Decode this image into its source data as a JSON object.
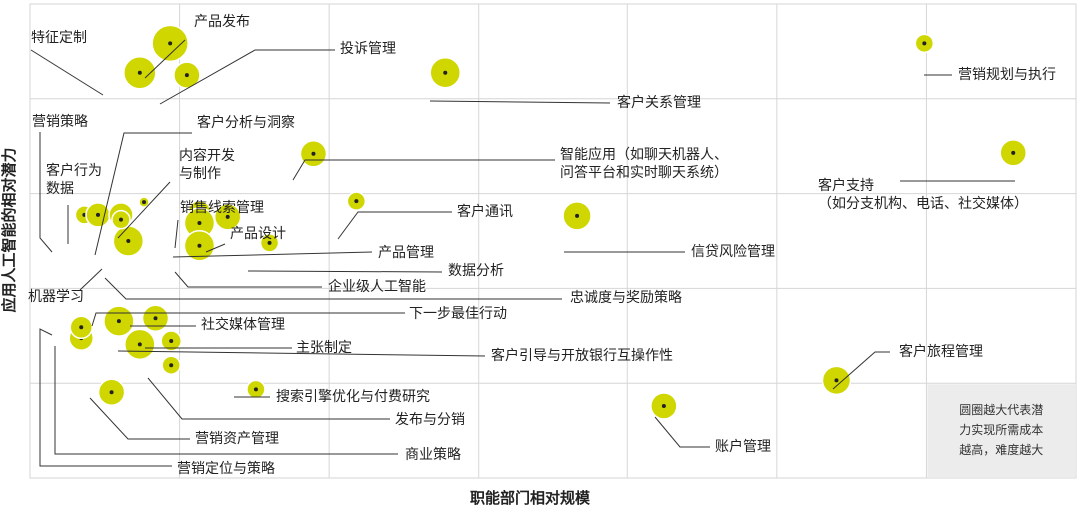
{
  "chart_data": {
    "type": "scatter",
    "xlabel": "职能部门相对规模",
    "ylabel": "应用人工智能的相对潜力",
    "xlim": [
      0,
      1
    ],
    "ylim": [
      0,
      1
    ],
    "grid": true,
    "note": [
      "圆圈越大代表潜",
      "力实现所需成本",
      "越高，难度越大"
    ],
    "colors": {
      "bubble": "#cfd600",
      "bubble_edge": "#ffffff",
      "grid": "#d6d6d6",
      "leader": "#333333",
      "note_bg": "#ececec"
    },
    "points": [
      {
        "label": [
          "特征定制"
        ],
        "x": 0.105,
        "y": 0.855,
        "size": 16
      },
      {
        "label": [
          "产品发布"
        ],
        "x": 0.134,
        "y": 0.917,
        "size": 18
      },
      {
        "label": [
          "投诉管理"
        ],
        "x": 0.15,
        "y": 0.85,
        "size": 13
      },
      {
        "label": [
          "客户关系管理"
        ],
        "x": 0.397,
        "y": 0.855,
        "size": 15
      },
      {
        "label": [
          "营销规划与执行"
        ],
        "x": 0.855,
        "y": 0.917,
        "size": 9
      },
      {
        "label": [
          "营销策略"
        ],
        "x": 0.052,
        "y": 0.555,
        "size": 9
      },
      {
        "label": [
          "客户行为",
          "数据"
        ],
        "x": 0.065,
        "y": 0.555,
        "size": 12
      },
      {
        "label": [
          "客户分析与洞察"
        ],
        "x": 0.087,
        "y": 0.555,
        "size": 12
      },
      {
        "label": [
          "内容开发",
          "与制作"
        ],
        "x": 0.109,
        "y": 0.582,
        "size": 5
      },
      {
        "label": [
          "智能应用（如聊天机器人、",
          "问答平台和实时聊天系统）"
        ],
        "x": 0.271,
        "y": 0.684,
        "size": 13
      },
      {
        "label": [
          "客户支持",
          "（如分支机构、电话、社交媒体）"
        ],
        "x": 0.94,
        "y": 0.686,
        "size": 13
      },
      {
        "label": [
          "销售线索管理"
        ],
        "x": 0.162,
        "y": 0.562,
        "size": 11
      },
      {
        "label": [
          "产品设计"
        ],
        "x": 0.189,
        "y": 0.551,
        "size": 13
      },
      {
        "label": [
          "客户通讯"
        ],
        "x": 0.312,
        "y": 0.584,
        "size": 9
      },
      {
        "label": [
          "产品管理"
        ],
        "x": 0.162,
        "y": 0.538,
        "size": 15
      },
      {
        "label": [
          "信贷风险管理"
        ],
        "x": 0.523,
        "y": 0.553,
        "size": 14
      },
      {
        "label": [
          "数据分析"
        ],
        "x": 0.229,
        "y": 0.496,
        "size": 9
      },
      {
        "label": [
          "企业级人工智能"
        ],
        "x": 0.162,
        "y": 0.49,
        "size": 15
      },
      {
        "label": [
          "机器学习"
        ],
        "x": 0.094,
        "y": 0.5,
        "size": 15
      },
      {
        "label": [
          "忠诚度与奖励策略"
        ],
        "x": 0.087,
        "y": 0.545,
        "size": 9
      },
      {
        "label": [
          "下一步最佳行动"
        ],
        "x": 0.085,
        "y": 0.331,
        "size": 15
      },
      {
        "label": [
          "社交媒体管理"
        ],
        "x": 0.12,
        "y": 0.337,
        "size": 13
      },
      {
        "label": [
          "主张制定"
        ],
        "x": 0.135,
        "y": 0.289,
        "size": 10
      },
      {
        "label": [
          "客户引导与开放银行互操作性"
        ],
        "x": 0.105,
        "y": 0.282,
        "size": 15
      },
      {
        "label": [
          "营销资产管理"
        ],
        "x": 0.078,
        "y": 0.181,
        "size": 13
      },
      {
        "label": [
          "搜索引擎优化与付费研究"
        ],
        "x": 0.216,
        "y": 0.187,
        "size": 9
      },
      {
        "label": [
          "发布与分销"
        ],
        "x": 0.135,
        "y": 0.238,
        "size": 9
      },
      {
        "label": [
          "商业策略"
        ],
        "x": 0.049,
        "y": 0.295,
        "size": 12
      },
      {
        "label": [
          "营销定位与策略"
        ],
        "x": 0.049,
        "y": 0.318,
        "size": 11
      },
      {
        "label": [
          "客户旅程管理"
        ],
        "x": 0.771,
        "y": 0.206,
        "size": 14
      },
      {
        "label": [
          "账户管理"
        ],
        "x": 0.606,
        "y": 0.152,
        "size": 13
      }
    ]
  }
}
